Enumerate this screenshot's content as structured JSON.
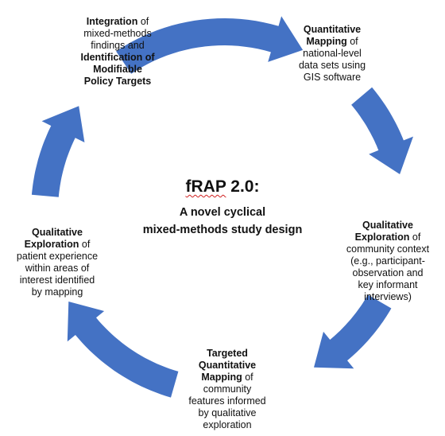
{
  "diagram": {
    "arrow_color": "#4472C4",
    "title_prefix": "fRAP",
    "title_suffix": " 2.0:",
    "subtitle_line1": "A novel cyclical",
    "subtitle_line2": "mixed-methods study design"
  },
  "steps": [
    {
      "id": "integration",
      "parts": [
        {
          "b": true,
          "t": "Integration"
        },
        {
          "b": false,
          "t": " of\nmixed-methods\nfindings and\n"
        },
        {
          "b": true,
          "t": "Identification of\nModifiable\nPolicy Targets"
        }
      ]
    },
    {
      "id": "quant-mapping",
      "parts": [
        {
          "b": true,
          "t": "Quantitative\nMapping"
        },
        {
          "b": false,
          "t": " of\nnational-level\ndata sets using\nGIS software"
        }
      ]
    },
    {
      "id": "qual-community",
      "parts": [
        {
          "b": true,
          "t": "Qualitative\nExploration"
        },
        {
          "b": false,
          "t": " of\ncommunity context\n(e.g., participant-\nobservation and\nkey informant\ninterviews)"
        }
      ]
    },
    {
      "id": "targeted-quant",
      "parts": [
        {
          "b": true,
          "t": "Targeted\nQuantitative\nMapping"
        },
        {
          "b": false,
          "t": " of\ncommunity\nfeatures informed\nby qualitative\nexploration"
        }
      ]
    },
    {
      "id": "qual-patient",
      "parts": [
        {
          "b": true,
          "t": "Qualitative\nExploration"
        },
        {
          "b": false,
          "t": " of\npatient experience\nwithin areas of\ninterest identified\nby mapping"
        }
      ]
    }
  ]
}
